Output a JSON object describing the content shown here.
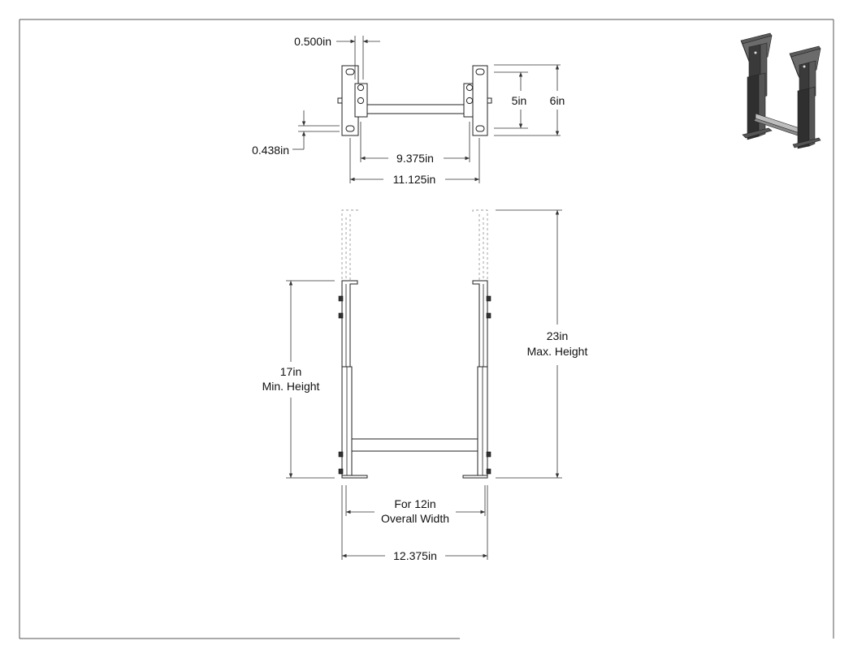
{
  "dimensions": {
    "flange_thickness": "0.500in",
    "inner_height": "5in",
    "outer_height": "6in",
    "slot_offset": "0.438in",
    "inner_width": "9.375in",
    "outer_width": "11.125in",
    "max_height_value": "23in",
    "max_height_label": "Max. Height",
    "min_height_value": "17in",
    "min_height_label": "Min. Height",
    "overall_width_line1": "For 12in",
    "overall_width_line2": "Overall Width",
    "base_width": "12.375in"
  },
  "colors": {
    "line": "#222222",
    "ghost": "#9a9a9a",
    "render_dark": "#3a3a3a",
    "render_mid": "#6b6b6b",
    "render_light": "#bdbdbd"
  },
  "icons": {
    "iso_view": "conveyor-support-3d-render"
  }
}
